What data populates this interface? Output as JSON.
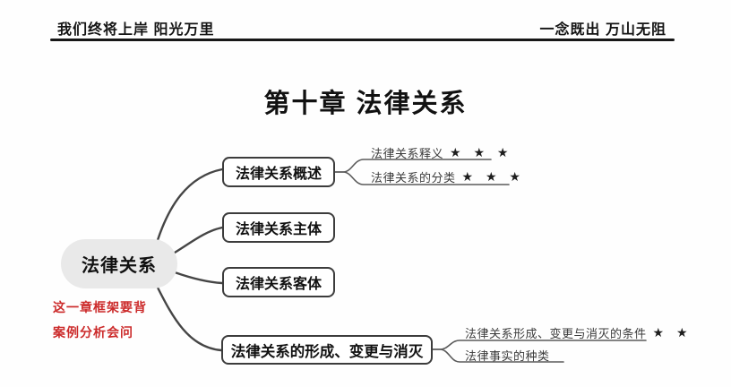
{
  "header": {
    "left": "我们终将上岸 阳光万里",
    "right": "一念既出 万山无阻"
  },
  "title": "第十章 法律关系",
  "mindmap": {
    "root": {
      "label": "法律关系"
    },
    "branches": [
      {
        "label": "法律关系概述",
        "children": [
          {
            "label": "法律关系释义",
            "stars": "★ ★ ★",
            "star_count": 3
          },
          {
            "label": "法律关系的分类",
            "stars": "★ ★ ★",
            "star_count": 3
          }
        ]
      },
      {
        "label": "法律关系主体"
      },
      {
        "label": "法律关系客体"
      },
      {
        "label": "法律关系的形成、变更与消灭",
        "children": [
          {
            "label": "法律关系形成、变更与消灭的条件",
            "stars": "★ ★",
            "star_count": 2
          },
          {
            "label": "法律事实的种类",
            "stars": "",
            "star_count": 0
          }
        ]
      }
    ],
    "annotations": [
      {
        "text": "这一章框架要背"
      },
      {
        "text": "案例分析会问"
      }
    ]
  },
  "colors": {
    "annotation_red": "#cc2b2b",
    "node_border": "#3c3c3c",
    "root_fill": "#e9e9e9",
    "connector_line": "#454545",
    "leaf_line": "#5a5a5a"
  }
}
